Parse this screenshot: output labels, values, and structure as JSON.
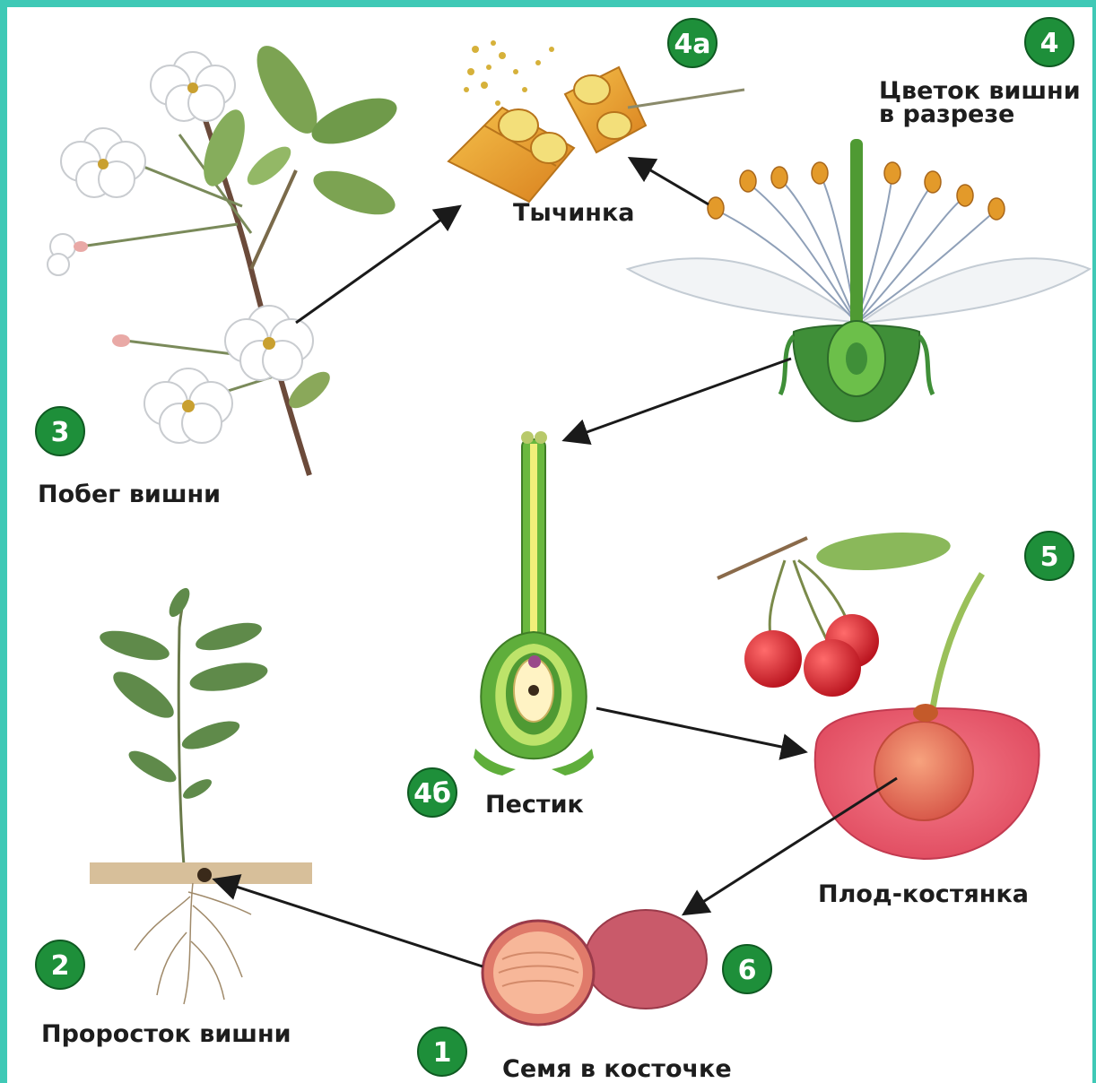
{
  "labels": {
    "stamen": "Тычинка",
    "flower_section_line1": "Цветок вишни",
    "flower_section_line2": "в разрезе",
    "shoot": "Побег вишни",
    "pistil": "Пестик",
    "drupe": "Плод-костянка",
    "sprout": "Проросток вишни",
    "seed": "Семя в косточке"
  },
  "badges": {
    "b1": "1",
    "b2": "2",
    "b3": "3",
    "b4": "4",
    "b4a": "4а",
    "b4b": "4б",
    "b5": "5",
    "b6": "6"
  },
  "colors": {
    "background_frame": "#3fc9b6",
    "canvas": "#ffffff",
    "badge": "#1e8f3a",
    "arrow": "#1a1a1a",
    "leaf": "#6f9a4a",
    "cherry": "#d9242f",
    "drupe_flesh": "#e8566a",
    "stone": "#e97a5e",
    "pistil": "#5aa336",
    "anther": "#e39a2a",
    "soil": "#d7bf9a"
  }
}
